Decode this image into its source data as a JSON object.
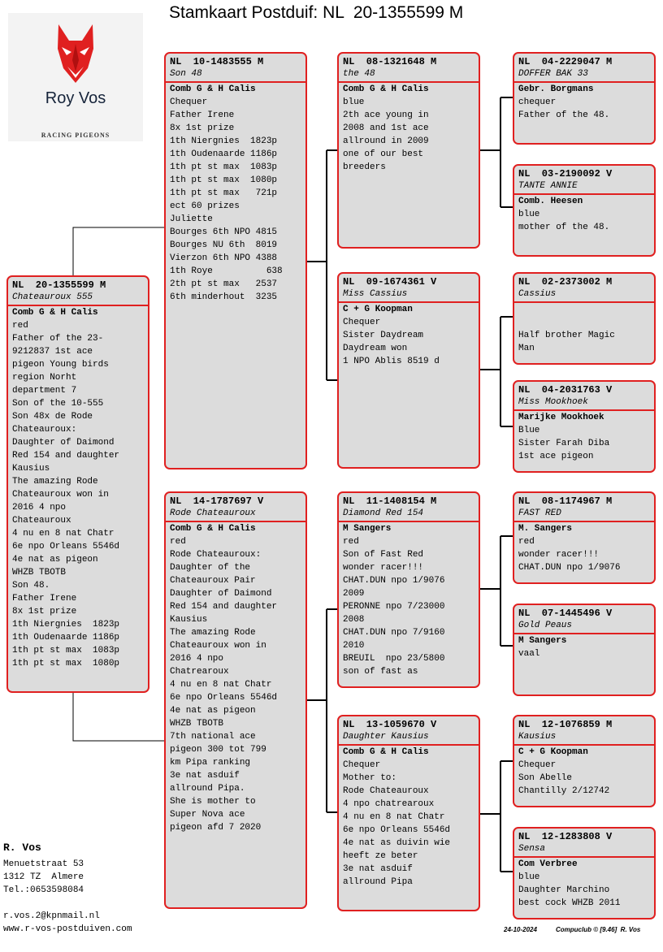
{
  "page": {
    "title": "Stamkaart Postduif: NL  20-1355599 M"
  },
  "logo": {
    "name": "Roy Vos",
    "subtitle": "RACING PIGEONS",
    "brand_color": "#e02020"
  },
  "pigeons": {
    "subject": {
      "ring": "NL  20-1355599 M",
      "name": "Chateauroux 555",
      "lines": [
        {
          "t": "Comb G & H Calis",
          "b": true
        },
        {
          "t": "red"
        },
        {
          "t": "Father of the 23-"
        },
        {
          "t": "9212837 1st ace"
        },
        {
          "t": "pigeon Young birds"
        },
        {
          "t": "region Norht"
        },
        {
          "t": "department 7"
        },
        {
          "t": "Son of the 10-555"
        },
        {
          "t": "Son 48x de Rode"
        },
        {
          "t": "Chateauroux:"
        },
        {
          "t": "Daughter of Daimond"
        },
        {
          "t": "Red 154 and daughter"
        },
        {
          "t": "Kausius"
        },
        {
          "t": "The amazing Rode"
        },
        {
          "t": "Chateauroux won in"
        },
        {
          "t": "2016 4 npo"
        },
        {
          "t": "Chateauroux"
        },
        {
          "t": "4 nu en 8 nat Chatr"
        },
        {
          "t": "6e npo Orleans 5546d"
        },
        {
          "t": "4e nat as pigeon"
        },
        {
          "t": "WHZB TBOTB"
        },
        {
          "t": "Son 48."
        },
        {
          "t": "Father Irene"
        },
        {
          "t": "8x 1st prize"
        },
        {
          "t": "1th Niergnies  1823p"
        },
        {
          "t": "1th Oudenaarde 1186p"
        },
        {
          "t": "1th pt st max  1083p"
        },
        {
          "t": "1th pt st max  1080p"
        }
      ]
    },
    "sire": {
      "ring": "NL  10-1483555 M",
      "name": "Son 48",
      "lines": [
        {
          "t": "Comb G & H Calis",
          "b": true
        },
        {
          "t": "Chequer"
        },
        {
          "t": "Father Irene"
        },
        {
          "t": "8x 1st prize"
        },
        {
          "t": "1th Niergnies  1823p"
        },
        {
          "t": "1th Oudenaarde 1186p"
        },
        {
          "t": "1th pt st max  1083p"
        },
        {
          "t": "1th pt st max  1080p"
        },
        {
          "t": "1th pt st max   721p"
        },
        {
          "t": "ect 60 prizes"
        },
        {
          "t": "Juliette"
        },
        {
          "t": "Bourges 6th NPO 4815"
        },
        {
          "t": "Bourges NU 6th  8019"
        },
        {
          "t": "Vierzon 6th NPO 4388"
        },
        {
          "t": "1th Roye          638"
        },
        {
          "t": "2th pt st max   2537"
        },
        {
          "t": "6th minderhout  3235"
        }
      ]
    },
    "dam": {
      "ring": "NL  14-1787697 V",
      "name": "Rode Chateauroux",
      "lines": [
        {
          "t": "Comb G & H Calis",
          "b": true
        },
        {
          "t": "red"
        },
        {
          "t": "Rode Chateauroux:"
        },
        {
          "t": "Daughter of the"
        },
        {
          "t": "Chateauroux Pair"
        },
        {
          "t": "Daughter of Daimond"
        },
        {
          "t": "Red 154 and daughter"
        },
        {
          "t": "Kausius"
        },
        {
          "t": "The amazing Rode"
        },
        {
          "t": "Chateauroux won in"
        },
        {
          "t": "2016 4 npo"
        },
        {
          "t": "Chatrearoux"
        },
        {
          "t": "4 nu en 8 nat Chatr"
        },
        {
          "t": "6e npo Orleans 5546d"
        },
        {
          "t": "4e nat as pigeon"
        },
        {
          "t": "WHZB TBOTB"
        },
        {
          "t": "7th national ace"
        },
        {
          "t": "pigeon 300 tot 799"
        },
        {
          "t": "km Pipa ranking"
        },
        {
          "t": "3e nat asduif"
        },
        {
          "t": "allround Pipa."
        },
        {
          "t": "She is mother to"
        },
        {
          "t": "Super Nova ace"
        },
        {
          "t": "pigeon afd 7 2020"
        }
      ]
    },
    "ss": {
      "ring": "NL  08-1321648 M",
      "name": "the 48",
      "lines": [
        {
          "t": "Comb G & H Calis",
          "b": true
        },
        {
          "t": "blue"
        },
        {
          "t": "2th ace young in"
        },
        {
          "t": "2008 and 1st ace"
        },
        {
          "t": "allround in 2009"
        },
        {
          "t": "one of our best"
        },
        {
          "t": "breeders"
        }
      ]
    },
    "sd": {
      "ring": "NL  09-1674361 V",
      "name": "Miss Cassius",
      "lines": [
        {
          "t": "C + G Koopman",
          "b": true
        },
        {
          "t": "Chequer"
        },
        {
          "t": "Sister Daydream"
        },
        {
          "t": "Daydream won"
        },
        {
          "t": "1 NPO Ablis 8519 d"
        }
      ]
    },
    "ds": {
      "ring": "NL  11-1408154 M",
      "name": "Diamond Red 154",
      "lines": [
        {
          "t": "M Sangers",
          "b": true
        },
        {
          "t": "red"
        },
        {
          "t": "Son of Fast Red"
        },
        {
          "t": "wonder racer!!!"
        },
        {
          "t": "CHAT.DUN npo 1/9076"
        },
        {
          "t": "2009"
        },
        {
          "t": "PERONNE npo 7/23000"
        },
        {
          "t": "2008"
        },
        {
          "t": "CHAT.DUN npo 7/9160"
        },
        {
          "t": "2010"
        },
        {
          "t": "BREUIL  npo 23/5800"
        },
        {
          "t": "son of fast as"
        }
      ]
    },
    "dd": {
      "ring": "NL  13-1059670 V",
      "name": "Daughter Kausius",
      "lines": [
        {
          "t": "Comb G & H Calis",
          "b": true
        },
        {
          "t": "Chequer"
        },
        {
          "t": "Mother to:"
        },
        {
          "t": "Rode Chateauroux"
        },
        {
          "t": "4 npo chatrearoux"
        },
        {
          "t": "4 nu en 8 nat Chatr"
        },
        {
          "t": "6e npo Orleans 5546d"
        },
        {
          "t": "4e nat as duivin wie"
        },
        {
          "t": "heeft ze beter"
        },
        {
          "t": "3e nat asduif"
        },
        {
          "t": "allround Pipa"
        }
      ]
    },
    "sss": {
      "ring": "NL  04-2229047 M",
      "name": "DOFFER BAK 33",
      "lines": [
        {
          "t": "Gebr. Borgmans",
          "b": true
        },
        {
          "t": "chequer"
        },
        {
          "t": "Father of the 48."
        }
      ]
    },
    "ssd": {
      "ring": "NL  03-2190092 V",
      "name": "TANTE ANNIE",
      "lines": [
        {
          "t": "Comb. Heesen",
          "b": true
        },
        {
          "t": "blue"
        },
        {
          "t": "mother of the 48."
        }
      ]
    },
    "sds": {
      "ring": "NL  02-2373002 M",
      "name": "Cassius",
      "lines": [
        {
          "t": " ",
          "b": true
        },
        {
          "t": " "
        },
        {
          "t": "Half brother Magic"
        },
        {
          "t": "Man"
        }
      ]
    },
    "sdd": {
      "ring": "NL  04-2031763 V",
      "name": "Miss Mookhoek",
      "lines": [
        {
          "t": "Marijke Mookhoek",
          "b": true
        },
        {
          "t": "Blue"
        },
        {
          "t": "Sister Farah Diba"
        },
        {
          "t": "1st ace pigeon"
        }
      ]
    },
    "dss": {
      "ring": "NL  08-1174967 M",
      "name": "FAST RED",
      "lines": [
        {
          "t": "M. Sangers",
          "b": true
        },
        {
          "t": "red"
        },
        {
          "t": "wonder racer!!!"
        },
        {
          "t": "CHAT.DUN npo 1/9076"
        }
      ]
    },
    "dsd": {
      "ring": "NL  07-1445496 V",
      "name": "Gold Peaus",
      "lines": [
        {
          "t": "M Sangers",
          "b": true
        },
        {
          "t": "vaal"
        }
      ]
    },
    "dds": {
      "ring": "NL  12-1076859 M",
      "name": "Kausius",
      "lines": [
        {
          "t": "C + G Koopman",
          "b": true
        },
        {
          "t": "Chequer"
        },
        {
          "t": "Son Abelle"
        },
        {
          "t": "Chantilly 2/12742"
        }
      ]
    },
    "ddd": {
      "ring": "NL  12-1283808 V",
      "name": "Sensa",
      "lines": [
        {
          "t": "Com Verbree",
          "b": true
        },
        {
          "t": "blue"
        },
        {
          "t": "Daughter Marchino"
        },
        {
          "t": "best cock WHZB 2011"
        }
      ]
    }
  },
  "owner": {
    "name": "R. Vos",
    "address": [
      "Menuetstraat 53",
      "1312 TZ  Almere",
      "Tel.:0653598084"
    ],
    "email": "r.vos.2@kpnmail.nl",
    "website": "www.r-vos-postduiven.com"
  },
  "footer": {
    "date": "24-10-2024",
    "credit": "Compuclub © [9.46]  R. Vos"
  }
}
